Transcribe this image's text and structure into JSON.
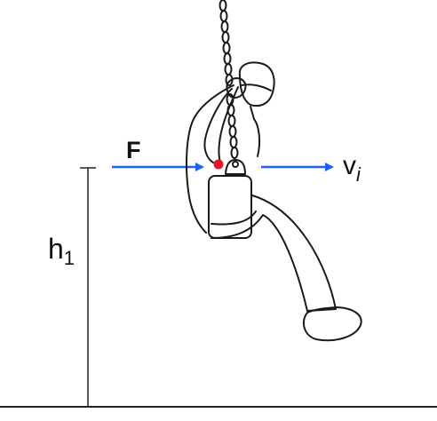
{
  "labels": {
    "force": "F",
    "velocity_base": "v",
    "velocity_sub": "i",
    "height_base": "h",
    "height_sub": "1"
  },
  "colors": {
    "arrow": "#1f5fff",
    "center_of_mass": "#e8122a",
    "line": "#222222"
  },
  "icons": {
    "figure": "person-on-chain-swing"
  }
}
